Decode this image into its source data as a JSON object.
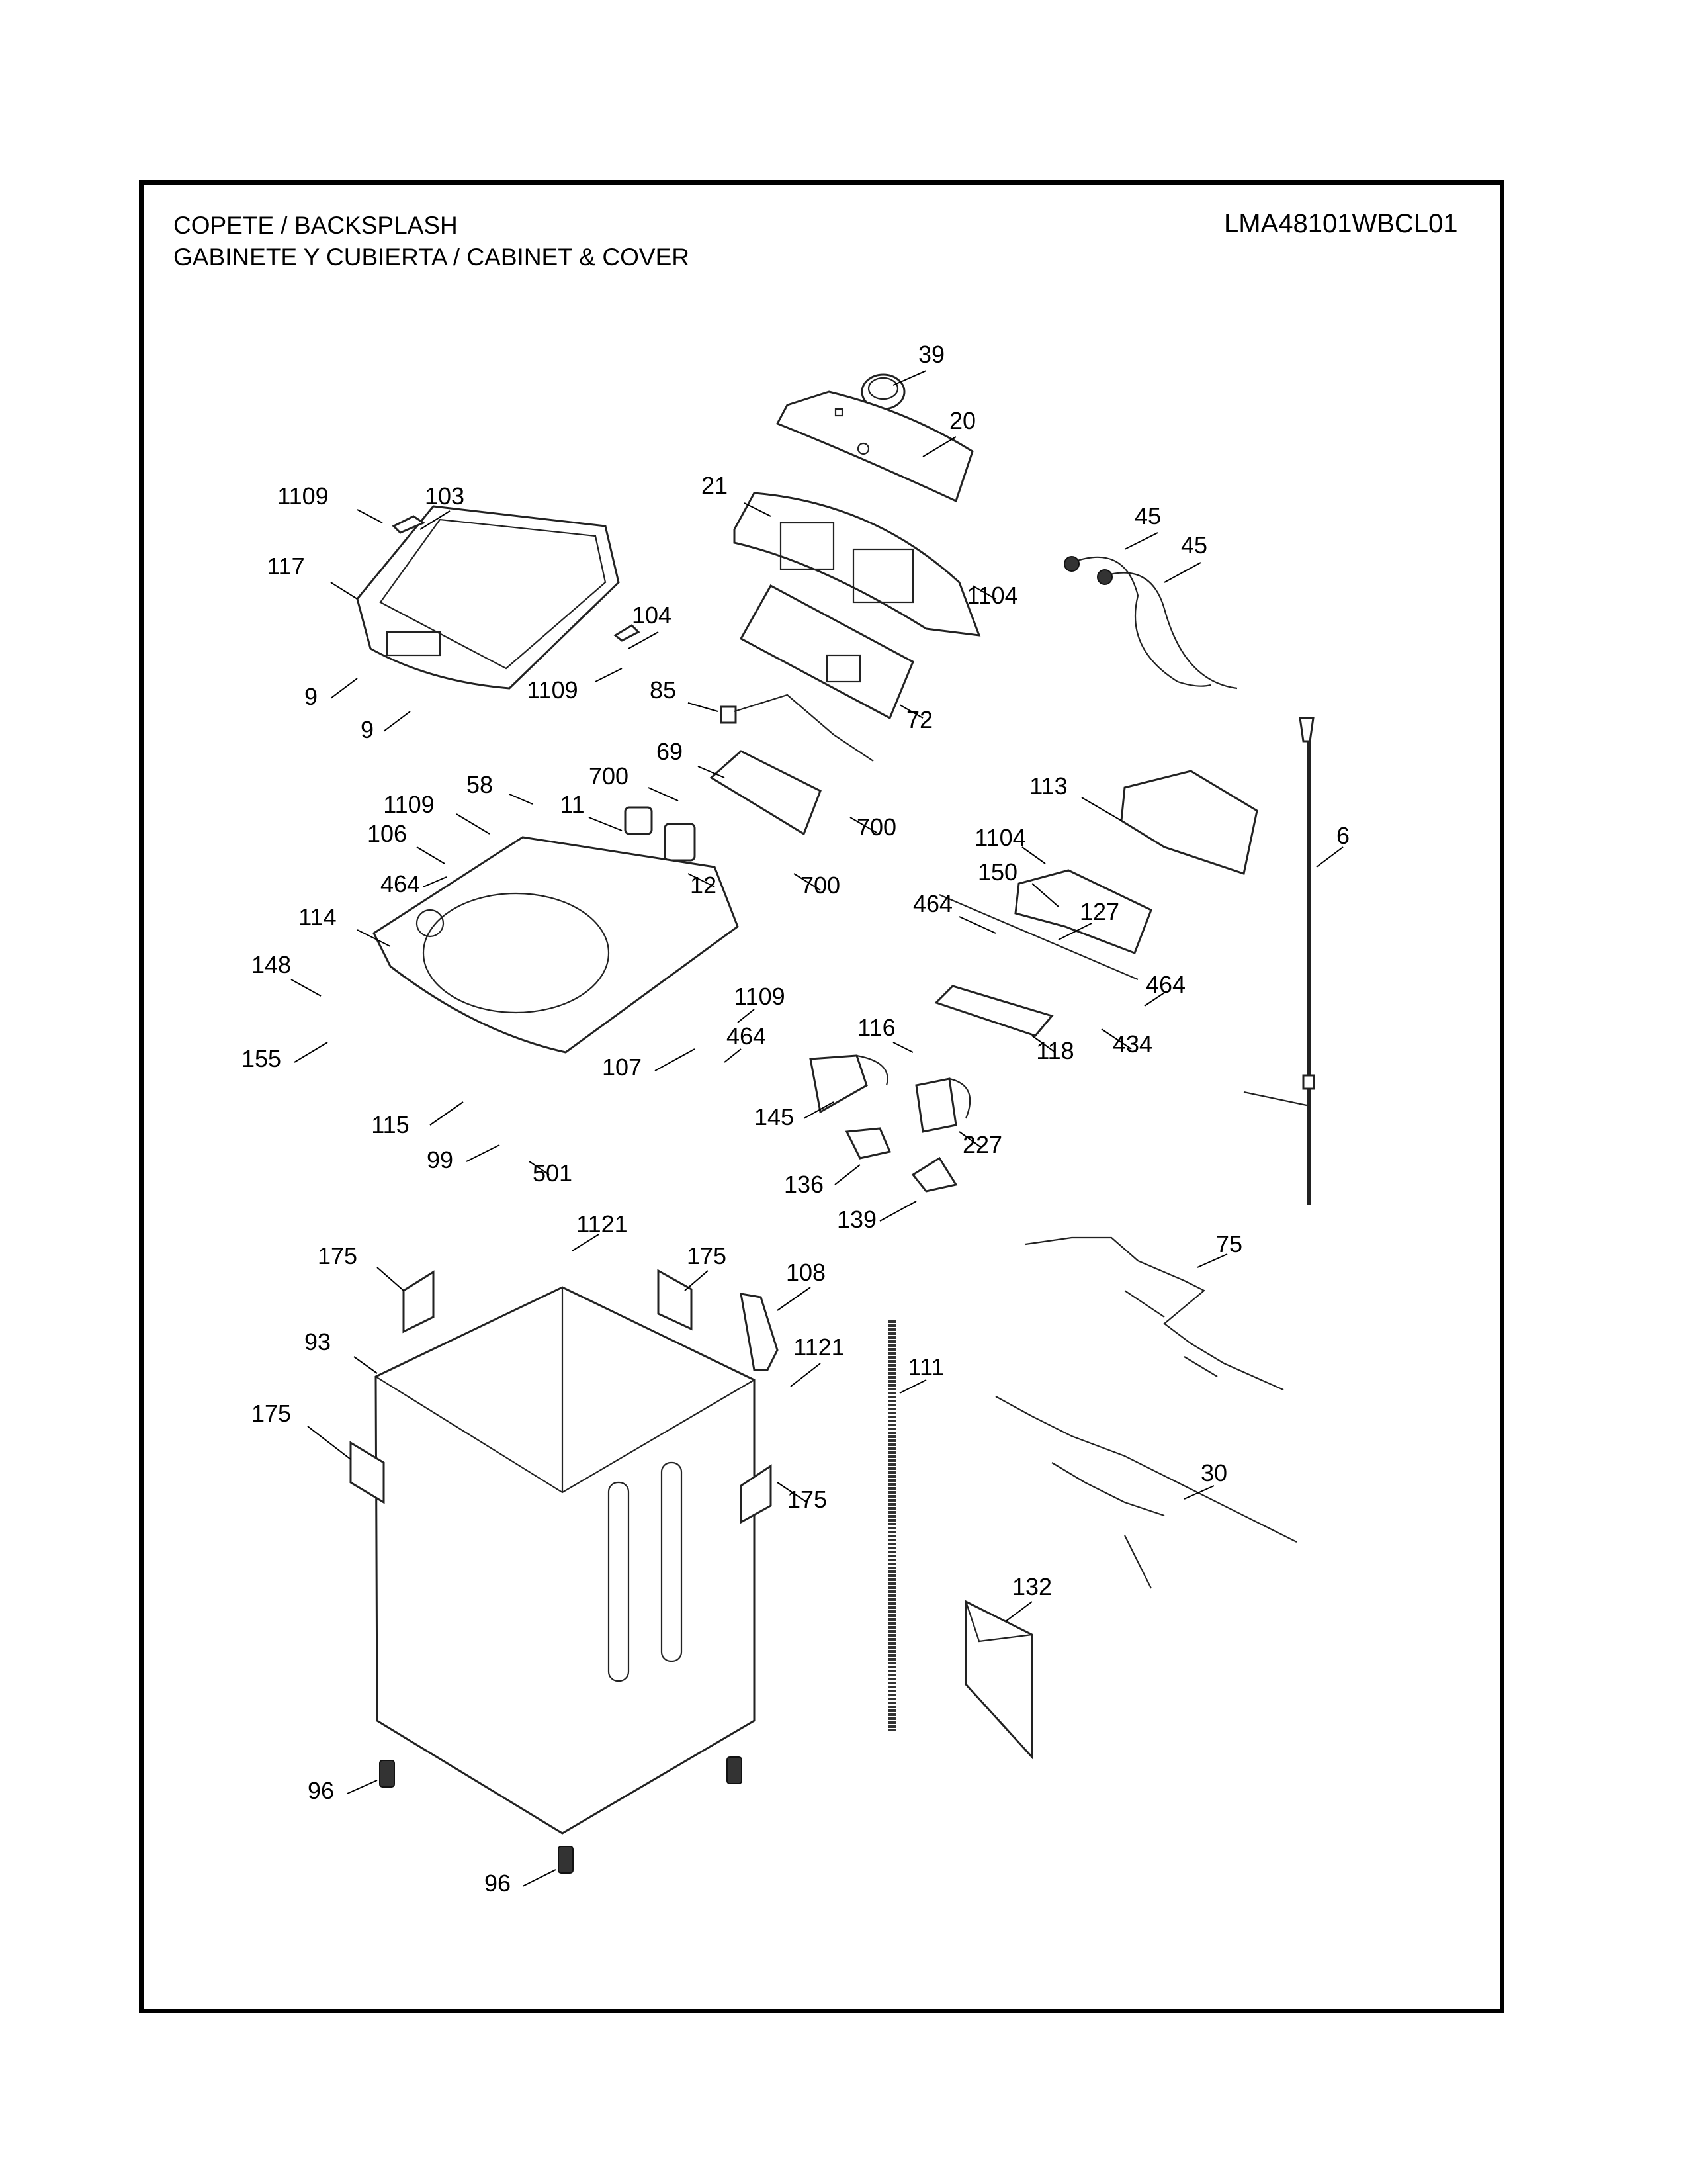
{
  "header": {
    "title_line1": "COPETE / BACKSPLASH",
    "title_line2": "GABINETE Y CUBIERTA / CABINET & COVER",
    "model": "LMA48101WBCL01"
  },
  "callouts": [
    {
      "id": "39"
    },
    {
      "id": "20"
    },
    {
      "id": "1109"
    },
    {
      "id": "103"
    },
    {
      "id": "21"
    },
    {
      "id": "45"
    },
    {
      "id": "45"
    },
    {
      "id": "117"
    },
    {
      "id": "1104"
    },
    {
      "id": "104"
    },
    {
      "id": "9"
    },
    {
      "id": "1109"
    },
    {
      "id": "85"
    },
    {
      "id": "72"
    },
    {
      "id": "9"
    },
    {
      "id": "69"
    },
    {
      "id": "700"
    },
    {
      "id": "58"
    },
    {
      "id": "1109"
    },
    {
      "id": "11"
    },
    {
      "id": "700"
    },
    {
      "id": "113"
    },
    {
      "id": "106"
    },
    {
      "id": "1104"
    },
    {
      "id": "6"
    },
    {
      "id": "464"
    },
    {
      "id": "12"
    },
    {
      "id": "700"
    },
    {
      "id": "150"
    },
    {
      "id": "114"
    },
    {
      "id": "464"
    },
    {
      "id": "127"
    },
    {
      "id": "148"
    },
    {
      "id": "464"
    },
    {
      "id": "1109"
    },
    {
      "id": "116"
    },
    {
      "id": "464"
    },
    {
      "id": "155"
    },
    {
      "id": "107"
    },
    {
      "id": "434"
    },
    {
      "id": "118"
    },
    {
      "id": "145"
    },
    {
      "id": "115"
    },
    {
      "id": "227"
    },
    {
      "id": "99"
    },
    {
      "id": "501"
    },
    {
      "id": "136"
    },
    {
      "id": "139"
    },
    {
      "id": "1121"
    },
    {
      "id": "175"
    },
    {
      "id": "175"
    },
    {
      "id": "108"
    },
    {
      "id": "75"
    },
    {
      "id": "93"
    },
    {
      "id": "1121"
    },
    {
      "id": "111"
    },
    {
      "id": "175"
    },
    {
      "id": "175"
    },
    {
      "id": "30"
    },
    {
      "id": "132"
    },
    {
      "id": "96"
    },
    {
      "id": "96"
    }
  ]
}
